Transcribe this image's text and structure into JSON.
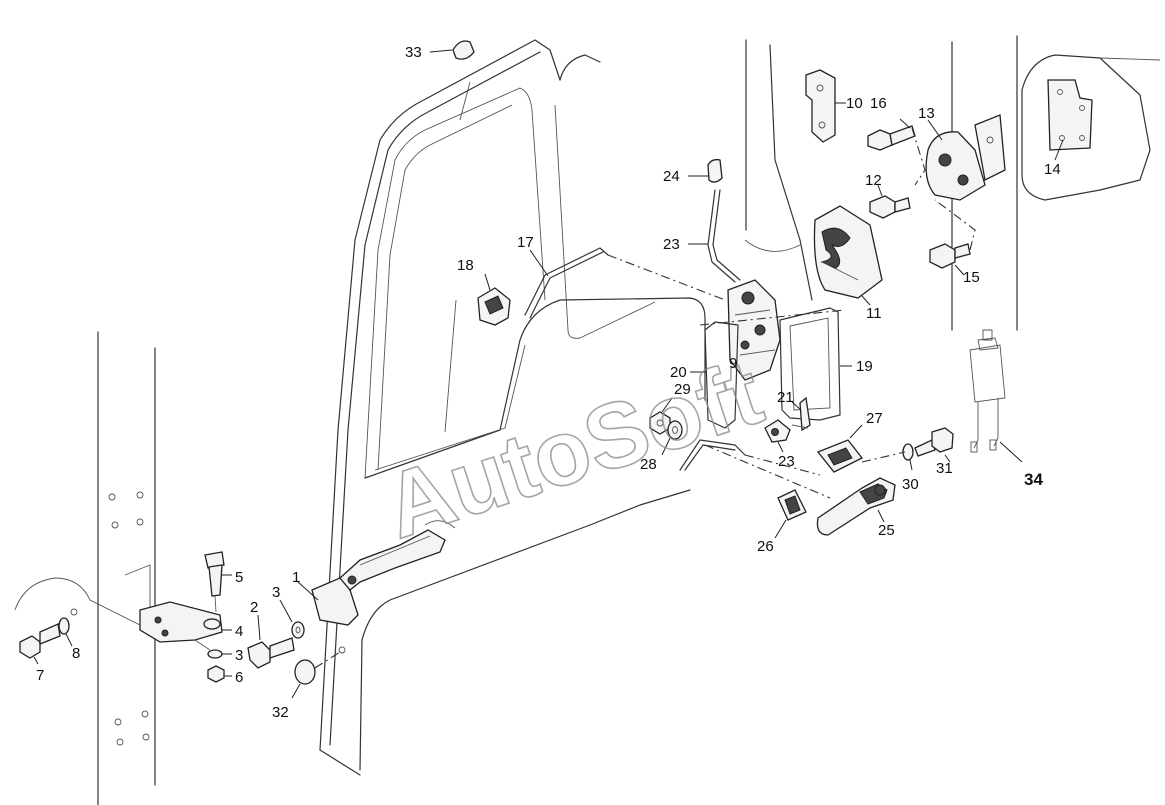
{
  "watermark": "AutoSoft",
  "callouts": [
    {
      "id": "c33",
      "label": "33"
    },
    {
      "id": "c10",
      "label": "10"
    },
    {
      "id": "c16",
      "label": "16"
    },
    {
      "id": "c13",
      "label": "13"
    },
    {
      "id": "c14",
      "label": "14"
    },
    {
      "id": "c24",
      "label": "24"
    },
    {
      "id": "c12",
      "label": "12"
    },
    {
      "id": "c17",
      "label": "17"
    },
    {
      "id": "c23a",
      "label": "23"
    },
    {
      "id": "c18",
      "label": "18"
    },
    {
      "id": "c15",
      "label": "15"
    },
    {
      "id": "c11",
      "label": "11"
    },
    {
      "id": "c19",
      "label": "19"
    },
    {
      "id": "c9",
      "label": "9"
    },
    {
      "id": "c20",
      "label": "20"
    },
    {
      "id": "c29",
      "label": "29"
    },
    {
      "id": "c21",
      "label": "21"
    },
    {
      "id": "c27",
      "label": "27"
    },
    {
      "id": "c28",
      "label": "28"
    },
    {
      "id": "c23b",
      "label": "23"
    },
    {
      "id": "c31",
      "label": "31"
    },
    {
      "id": "c30",
      "label": "30"
    },
    {
      "id": "c34",
      "label": "34"
    },
    {
      "id": "c25",
      "label": "25"
    },
    {
      "id": "c26",
      "label": "26"
    },
    {
      "id": "c5",
      "label": "5"
    },
    {
      "id": "c1",
      "label": "1"
    },
    {
      "id": "c3a",
      "label": "3"
    },
    {
      "id": "c2",
      "label": "2"
    },
    {
      "id": "c4",
      "label": "4"
    },
    {
      "id": "c8",
      "label": "8"
    },
    {
      "id": "c3b",
      "label": "3"
    },
    {
      "id": "c7",
      "label": "7"
    },
    {
      "id": "c6",
      "label": "6"
    },
    {
      "id": "c32",
      "label": "32"
    }
  ]
}
